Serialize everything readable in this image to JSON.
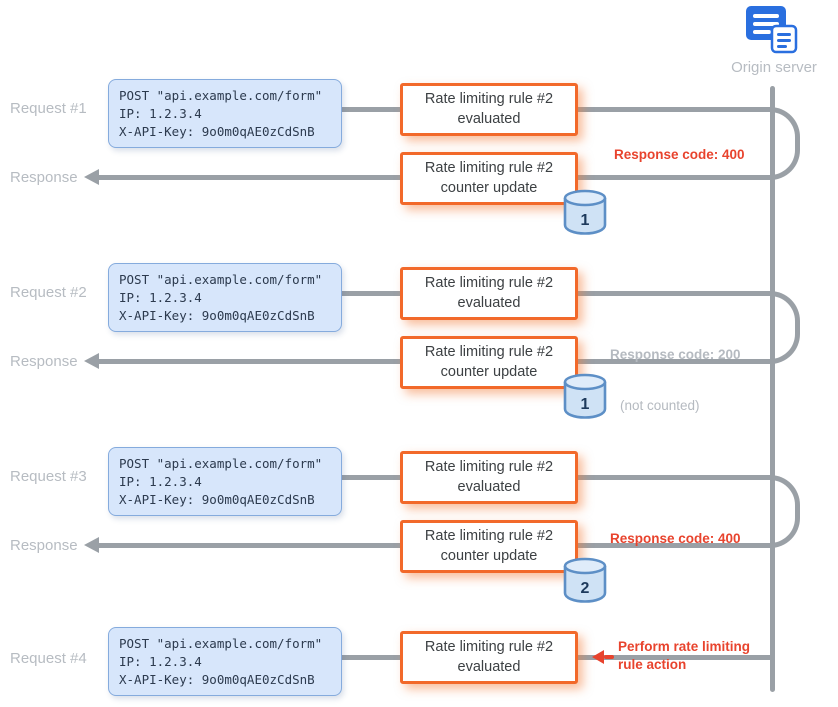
{
  "entity": {
    "label": "Origin server",
    "icon": "server-rules-stack-icon"
  },
  "request_card": {
    "line1": "POST \"api.example.com/form\"",
    "line2": "IP: 1.2.3.4",
    "line3": "X-API-Key: 9o0m0qAE0zCdSnB"
  },
  "rule_boxes": {
    "evaluated": "Rate limiting rule #2 evaluated",
    "counter_update": "Rate limiting rule #2 counter update"
  },
  "rows": [
    {
      "kind": "request",
      "label": "Request #1"
    },
    {
      "kind": "response",
      "label": "Response",
      "annotation": "Response code: 400",
      "annotation_style": "counted",
      "counter": "1"
    },
    {
      "kind": "request",
      "label": "Request #2"
    },
    {
      "kind": "response",
      "label": "Response",
      "annotation": "Response code: 200",
      "annotation_style": "not_counted",
      "counter": "1",
      "note": "(not counted)"
    },
    {
      "kind": "request",
      "label": "Request #3"
    },
    {
      "kind": "response",
      "label": "Response",
      "annotation": "Response code: 400",
      "annotation_style": "counted",
      "counter": "2"
    },
    {
      "kind": "request",
      "label": "Request #4",
      "action": "Perform rate limiting rule action"
    }
  ],
  "colors": {
    "accent_orange": "#f2692a",
    "accent_blue": "#2a6fdf",
    "card_blue_fill": "#d7e6fb",
    "card_blue_border": "#85abdd",
    "line_gray": "#9aa0a6",
    "alert_red": "#e8432d",
    "muted_gray": "#b7bcc2",
    "cylinder_fill": "#cfe2f5",
    "cylinder_border": "#5d8fc6"
  }
}
